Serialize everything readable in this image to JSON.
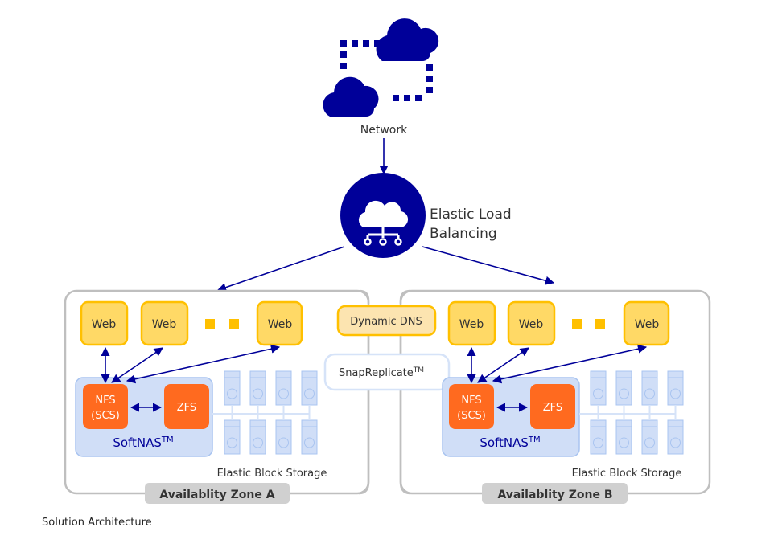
{
  "colors": {
    "navy": "#000099",
    "web_fill": "#FFD966",
    "web_border": "#FFC000",
    "dns_fill": "#FCE4B0",
    "nfs_orange": "#FF6A1F",
    "softnas_fill": "#D0DEF7",
    "softnas_border": "#A9C4F0",
    "zone_border": "#BFBFBF",
    "zone_label_fill": "#D0D0D0",
    "ebs_fill": "#D0DEF7",
    "ebs_border": "#A9C4F0"
  },
  "network": {
    "label": "Network",
    "icon": "network-clouds-icon"
  },
  "elb": {
    "label_line1": "Elastic Load",
    "label_line2": "Balancing",
    "icon": "cloud-network-icon"
  },
  "middle": {
    "dns_label": "Dynamic DNS",
    "snap_label": "SnapReplicate",
    "snap_tm": "TM"
  },
  "zones": [
    {
      "id": "a",
      "label": "Availablity Zone A",
      "web_labels": [
        "Web",
        "Web",
        "Web"
      ],
      "nfs_line1": "NFS",
      "nfs_line2": "(SCS)",
      "zfs": "ZFS",
      "softnas": "SoftNAS",
      "softnas_tm": "TM",
      "ebs_label": "Elastic Block Storage"
    },
    {
      "id": "b",
      "label": "Availablity Zone B",
      "web_labels": [
        "Web",
        "Web",
        "Web"
      ],
      "nfs_line1": "NFS",
      "nfs_line2": "(SCS)",
      "zfs": "ZFS",
      "softnas": "SoftNAS",
      "softnas_tm": "TM",
      "ebs_label": "Elastic Block Storage"
    }
  ],
  "caption": "Solution Architecture"
}
